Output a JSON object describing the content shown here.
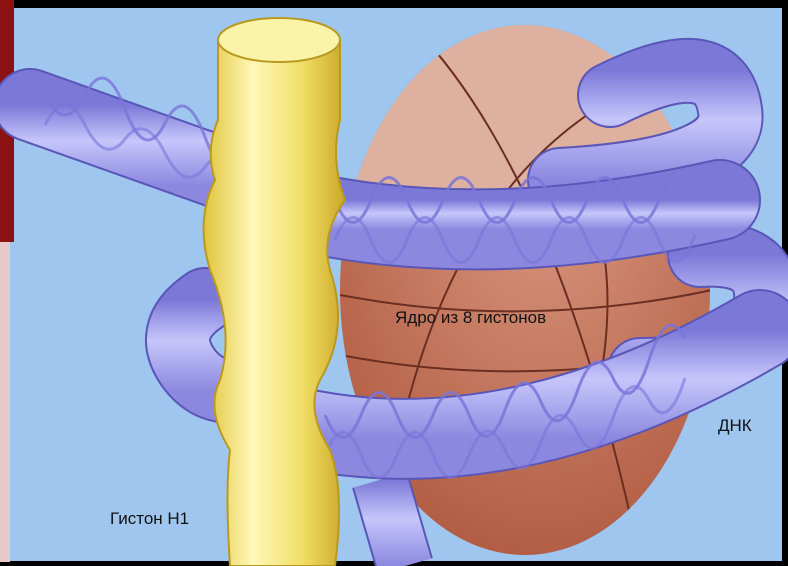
{
  "labels": {
    "core": "Ядро из 8 гистонов",
    "dna": "ДНК",
    "histone_h1": "Гистон H1"
  },
  "colors": {
    "background": "#9ec6ef",
    "frame": "#000000",
    "side_bar": "#8b1113",
    "core_light": "#deb0a0",
    "core_dark": "#c0684e",
    "dna_tube": "#a9a9f0",
    "dna_helix": "#7a74d8",
    "histone_h1": "#f4e676"
  }
}
